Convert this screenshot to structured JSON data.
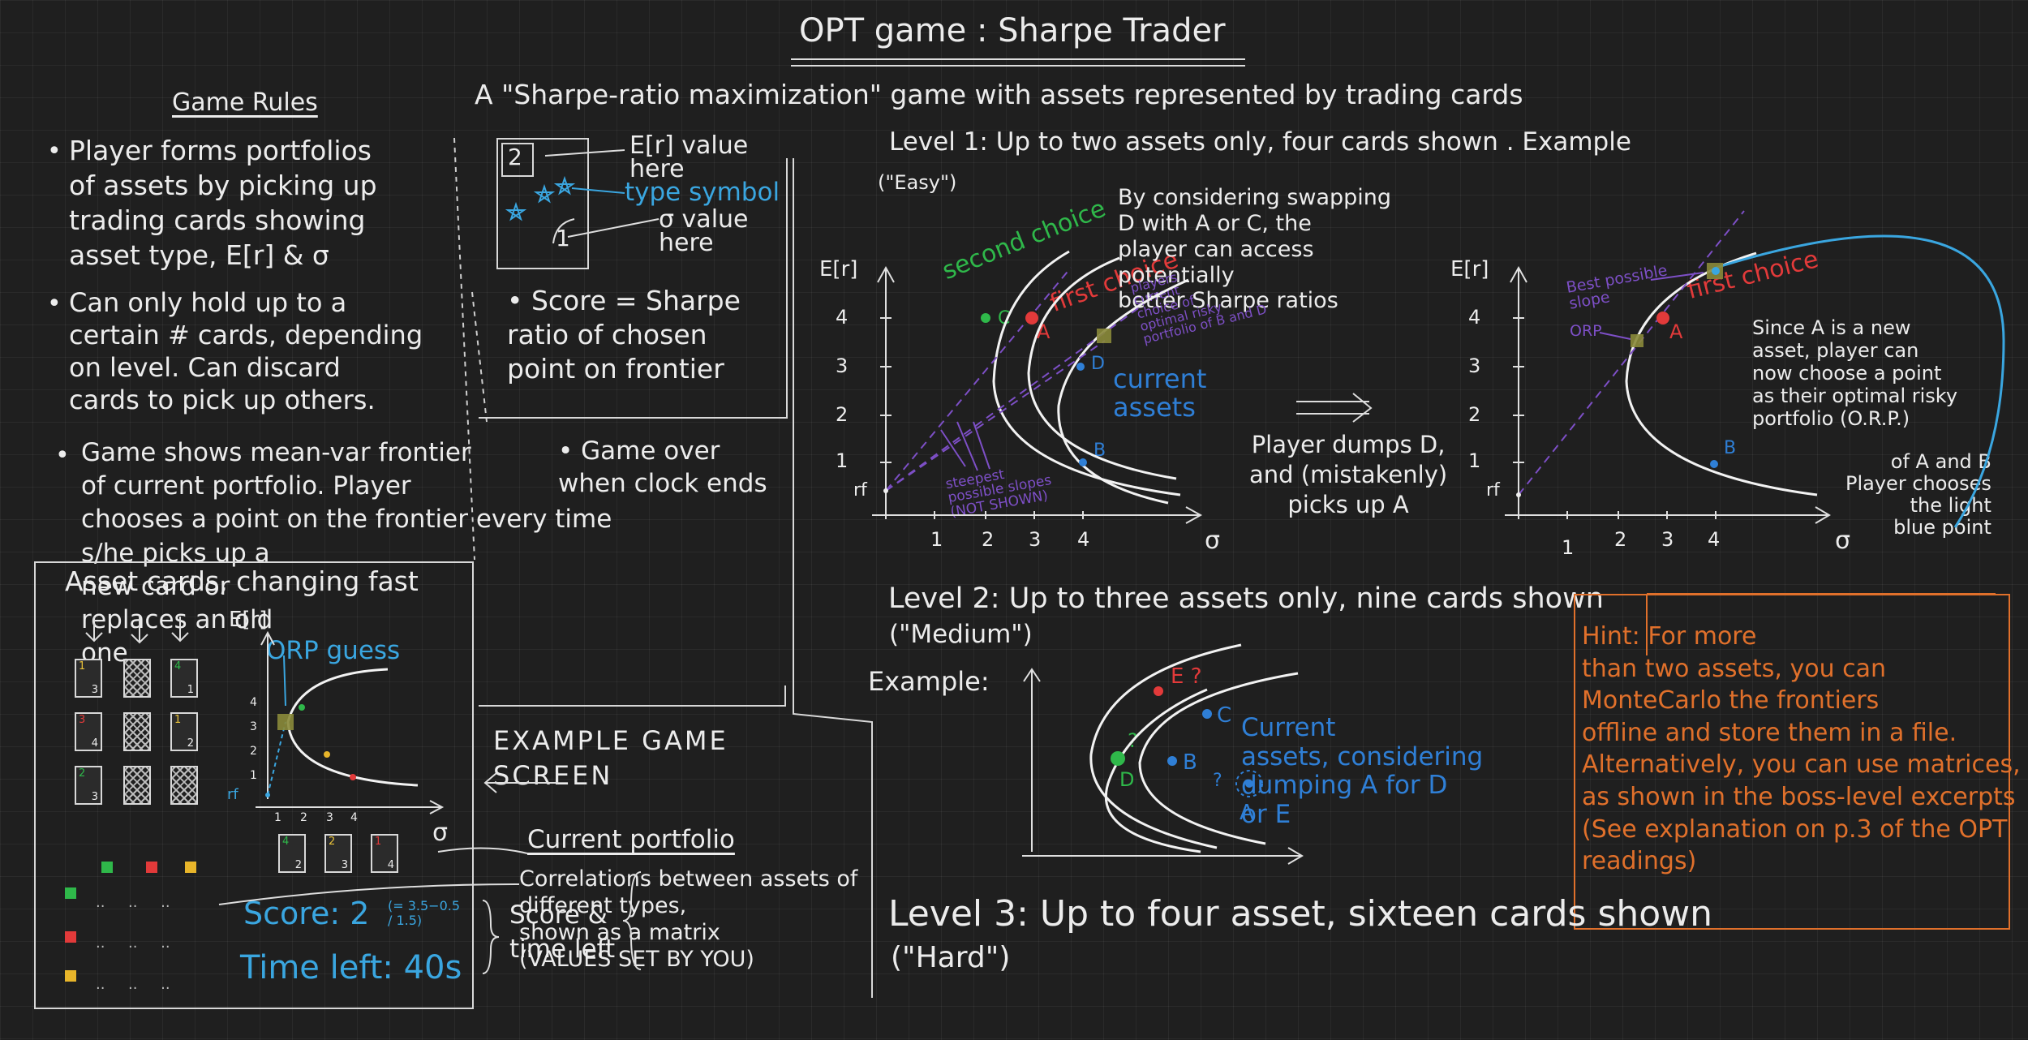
{
  "title": "OPT game : Sharpe Trader",
  "rules": {
    "heading": "Game Rules",
    "bullet1": "Player forms portfolios\nof assets by picking up\ntrading cards showing\nasset type, E[r] & σ",
    "bullet2": "Can only hold up to a\ncertain # cards, depending\non level. Can discard\ncards to pick up others.",
    "bullet3": "Game shows mean-var frontier\nof current portfolio. Player\nchooses a point on the frontier every time\ns/he picks up a\nnew card or\nreplaces an old\none"
  },
  "intro": "A \"Sharpe-ratio maximization\" game with assets represented by trading cards",
  "card_legend": {
    "er_value": "E[r] value\nhere",
    "type_symbol": "type symbol",
    "sigma_value": "σ value\nhere",
    "card_top": "2",
    "card_bottom": "1"
  },
  "score_note": "• Score = Sharpe\nratio of chosen\npoint on frontier",
  "game_over": "• Game over\nwhen clock ends",
  "example_screen": {
    "label": "EXAMPLE GAME\nSCREEN",
    "title": "Asset cards, changing fast",
    "orp_guess": "ORP guess",
    "er": "E[r]",
    "sigma": "σ",
    "rf": "rf",
    "y_ticks": [
      "4",
      "3",
      "2",
      "1"
    ],
    "x_ticks": [
      "1",
      "2",
      "3",
      "4"
    ],
    "cards": [
      [
        "1",
        "3"
      ],
      [
        "4",
        "1"
      ],
      [
        "3",
        "4"
      ],
      [
        "1",
        "2"
      ],
      [
        "2",
        "3"
      ]
    ],
    "portfolio_cards": [
      [
        "4",
        "2"
      ],
      [
        "2",
        "3"
      ],
      [
        "1",
        "4"
      ]
    ],
    "score": "Score: 2",
    "score_calc": "(= 3.5−0.5 / 1.5)",
    "time_left": "Time left: 40s",
    "current_portfolio": "Current portfolio",
    "correlations": "Correlations between assets of\ndifferent types,\nshown as a matrix\n(VALUES SET BY YOU)",
    "score_time": "Score &\ntime left"
  },
  "level1": {
    "heading": "Level 1: Up to two assets only, four cards shown . Example",
    "difficulty": "(\"Easy\")",
    "er": "E[r]",
    "sigma": "σ",
    "rf": "rf",
    "y_ticks": [
      "4",
      "3",
      "2",
      "1"
    ],
    "x_ticks": [
      "1",
      "2",
      "3",
      "4"
    ],
    "second_choice": "second choice",
    "first_choice": "first choice",
    "note": "By considering swapping\nD with A or C, the\nplayer can access\npotentially\nbetter Sharpe ratios",
    "players_choice": "players\ncurrent\nchoice of\noptimal risky\nportfolio of B and D",
    "steepest": "steepest\npossible slopes\n(NOT SHOWN)",
    "current_assets": "current\nassets",
    "points": [
      "C",
      "A",
      "D",
      "B"
    ],
    "dumps": "Player dumps D,\nand (mistakenly)\npicks up A",
    "right_er": "E[r]",
    "right_first_choice": "first choice",
    "best_slope": "Best possible\nslope",
    "orp": "ORP",
    "right_points": [
      "A",
      "B"
    ],
    "since": "Since A is a new\nasset, player can\nnow choose a point\nas their optimal risky\nportfolio (O.R.P.)",
    "of_ab": "of A and B\nPlayer chooses\nthe light\nblue point"
  },
  "level2": {
    "heading": "Level 2: Up to three assets only, nine cards shown",
    "difficulty": "(\"Medium\")",
    "example": "Example:",
    "points": [
      "E ?",
      "C",
      "B",
      "D",
      "A"
    ],
    "q": "?",
    "current_assets": "Current\nassets, considering\ndumping A for D\nor E",
    "hint": "Hint: For more\nthan two assets, you can\nMonteCarlo the frontiers\noffline and store them in a file.\nAlternatively, you can use matrices,\nas shown in the boss-level excerpts\n(See explanation on p.3 of the OPT\nreadings)"
  },
  "level3": {
    "heading": "Level 3: Up to four asset, sixteen cards shown",
    "difficulty": "(\"Hard\")"
  },
  "colors": {
    "background": "#1f1f1f",
    "chalk": "#ececec",
    "light_blue": "#3aa6e0",
    "blue": "#2f7fd6",
    "green": "#2fb84a",
    "red": "#e23a3a",
    "purple": "#7d4fc6",
    "orange": "#e0702b",
    "olive": "#8a8a3a"
  }
}
